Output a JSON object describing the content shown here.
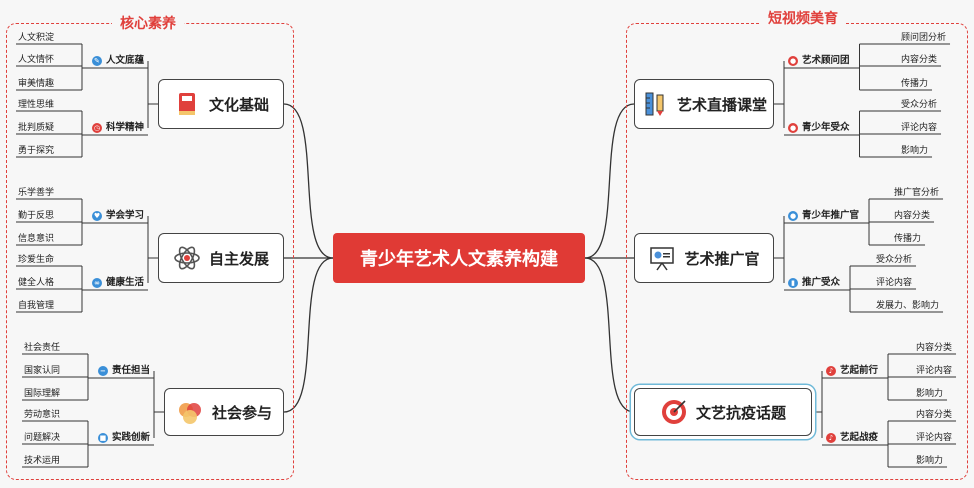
{
  "center": {
    "label": "青少年艺术人文素养构建"
  },
  "groups": {
    "left": {
      "title": "核心素养"
    },
    "right": {
      "title": "短视频美育"
    }
  },
  "topics": [
    {
      "id": "wenhua",
      "label": "文化基础",
      "icon": "book-icon",
      "subs": [
        {
          "label": "人文底蕴",
          "icon": "pen-icon",
          "color": "#3a8fd8",
          "leaves": [
            "人文积淀",
            "人文情怀",
            "审美情趣"
          ]
        },
        {
          "label": "科学精神",
          "icon": "clock-icon",
          "color": "#e0403c",
          "leaves": [
            "理性思维",
            "批判质疑",
            "勇于探究"
          ]
        }
      ]
    },
    {
      "id": "zizhu",
      "label": "自主发展",
      "icon": "atom-icon",
      "subs": [
        {
          "label": "学会学习",
          "icon": "heart-icon",
          "color": "#3a8fd8",
          "leaves": [
            "乐学善学",
            "勤于反思",
            "信息意识"
          ]
        },
        {
          "label": "健康生活",
          "icon": "link-icon",
          "color": "#3a8fd8",
          "leaves": [
            "珍爱生命",
            "健全人格",
            "自我管理"
          ]
        }
      ]
    },
    {
      "id": "shehui",
      "label": "社会参与",
      "icon": "hands-icon",
      "subs": [
        {
          "label": "责任担当",
          "icon": "minus-icon",
          "color": "#3a8fd8",
          "leaves": [
            "社会责任",
            "国家认同",
            "国际理解"
          ]
        },
        {
          "label": "实践创新",
          "icon": "box-icon",
          "color": "#3a8fd8",
          "leaves": [
            "劳动意识",
            "问题解决",
            "技术运用"
          ]
        }
      ]
    },
    {
      "id": "zhibo",
      "label": "艺术直播课堂",
      "icon": "ruler-pencil-icon",
      "subs": [
        {
          "label": "艺术顾问团",
          "icon": "user-icon",
          "color": "#e0403c",
          "leaves": [
            "顾问团分析",
            "内容分类",
            "传播力"
          ]
        },
        {
          "label": "青少年受众",
          "icon": "people-icon",
          "color": "#e0403c",
          "leaves": [
            "受众分析",
            "评论内容",
            "影响力"
          ]
        }
      ]
    },
    {
      "id": "tuiguang",
      "label": "艺术推广官",
      "icon": "presentation-icon",
      "subs": [
        {
          "label": "青少年推广官",
          "icon": "user-icon",
          "color": "#3a8fd8",
          "leaves": [
            "推广官分析",
            "内容分类",
            "传播力"
          ]
        },
        {
          "label": "推广受众",
          "icon": "chart-icon",
          "color": "#3a8fd8",
          "leaves": [
            "受众分析",
            "评论内容",
            "发展力、影响力"
          ]
        }
      ]
    },
    {
      "id": "kangyi",
      "label": "文艺抗疫话题",
      "icon": "target-icon",
      "subs": [
        {
          "label": "艺起前行",
          "icon": "music-icon",
          "color": "#e0403c",
          "leaves": [
            "内容分类",
            "评论内容",
            "影响力"
          ]
        },
        {
          "label": "艺起战疫",
          "icon": "music-icon",
          "color": "#e0403c",
          "leaves": [
            "内容分类",
            "评论内容",
            "影响力"
          ]
        }
      ]
    }
  ]
}
